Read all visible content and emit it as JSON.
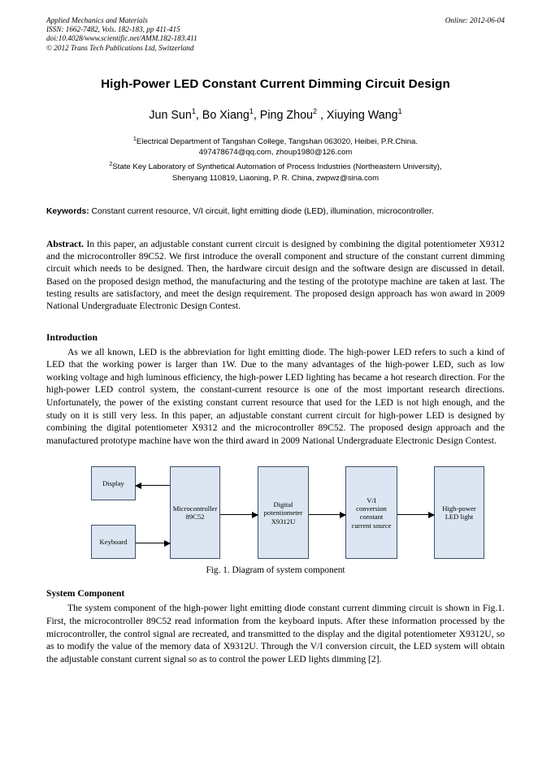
{
  "masthead": {
    "journal": "Applied Mechanics and Materials",
    "issn": "ISSN: 1662-7482, Vols. 182-183, pp 411-415",
    "doi": "doi:10.4028/www.scientific.net/AMM.182-183.411",
    "copyright": "© 2012 Trans Tech Publications Ltd, Switzerland",
    "online": "Online: 2012-06-04"
  },
  "title": "High-Power LED Constant Current Dimming Circuit Design",
  "authors": {
    "a1_name": "Jun Sun",
    "a1_sup": "1",
    "a2_name": ", Bo Xiang",
    "a2_sup": "1",
    "a3_name": ", Ping Zhou",
    "a3_sup": "2",
    "a4_name": " , Xiuying Wang",
    "a4_sup": "1"
  },
  "affiliations": {
    "sup1": "1",
    "line1": "Electrical Department of Tangshan College, Tangshan 063020, Heibei, P.R.China.",
    "line2": "497478674@qq.com,  zhoup1980@126.com",
    "sup2": "2",
    "line3": "State Key Laboratory of Synthetical Automation of Process Industries (Northeastern University),",
    "line4": "Shenyang 110819, Liaoning, P. R. China, zwpwz@sina.com"
  },
  "keywords": {
    "label": "Keywords:",
    "text": "Constant current resource, V/I circuit, light emitting diode (LED), illumination, microcontroller."
  },
  "abstract": {
    "label": "Abstract.",
    "text": "In this paper, an adjustable constant current circuit is designed by combining the digital potentiometer X9312 and the microcontroller 89C52. We first introduce the overall component and structure of the constant current dimming circuit which needs to be designed. Then, the hardware circuit design and the software design are discussed in detail. Based on the proposed design method, the manufacturing and the testing of the prototype machine are taken at last. The testing results are satisfactory, and meet the design requirement. The proposed design approach has won award in 2009 National Undergraduate Electronic Design Contest."
  },
  "sections": [
    {
      "heading": "Introduction",
      "body": "As we all known, LED is the abbreviation for light emitting diode. The high-power LED refers to such a kind of LED that the working power is larger than 1W. Due to the many advantages of the high-power LED, such as low working voltage and high luminous efficiency, the high-power LED lighting has became a hot research direction. For the high-power LED control system, the constant-current resource is one of the most important research directions. Unfortunately, the power of the existing constant current resource that used for the LED is not high enough, and the study on it is still very less. In this paper, an adjustable constant current circuit for high-power LED is designed by combining the digital potentiometer X9312 and the microcontroller 89C52. The proposed design approach and the manufactured prototype machine have won the third award in 2009 National Undergraduate Electronic Design Contest."
    },
    {
      "heading": "System Component",
      "body": "The system component of the high-power light emitting diode constant current dimming circuit is shown in Fig.1. First, the microcontroller 89C52 read information from the keyboard inputs. After these information processed by the microcontroller, the control signal are recreated, and transmitted to the display and the digital potentiometer X9312U, so as to modify the value of the memory data of X9312U. Through the V/I conversion circuit, the LED system will obtain the adjustable constant current signal so as to control the power LED lights dimming [2]."
    }
  ],
  "figure": {
    "caption": "Fig. 1.  Diagram of system component",
    "box_fill": "#dce6f2",
    "box_border": "#40506b",
    "blocks": [
      {
        "id": "display",
        "lines": [
          "Display"
        ]
      },
      {
        "id": "keyboard",
        "lines": [
          "Keyboard"
        ]
      },
      {
        "id": "microcontroller",
        "lines": [
          "Microcontroller",
          "89C52"
        ]
      },
      {
        "id": "digital-potentiometer",
        "lines": [
          "Digital",
          "potentiometer",
          "X9312U"
        ]
      },
      {
        "id": "vi-conversion",
        "lines": [
          "V/I",
          "conversion",
          "constant",
          "current source"
        ]
      },
      {
        "id": "led-light",
        "lines": [
          "High-power",
          "LED light"
        ]
      }
    ]
  }
}
